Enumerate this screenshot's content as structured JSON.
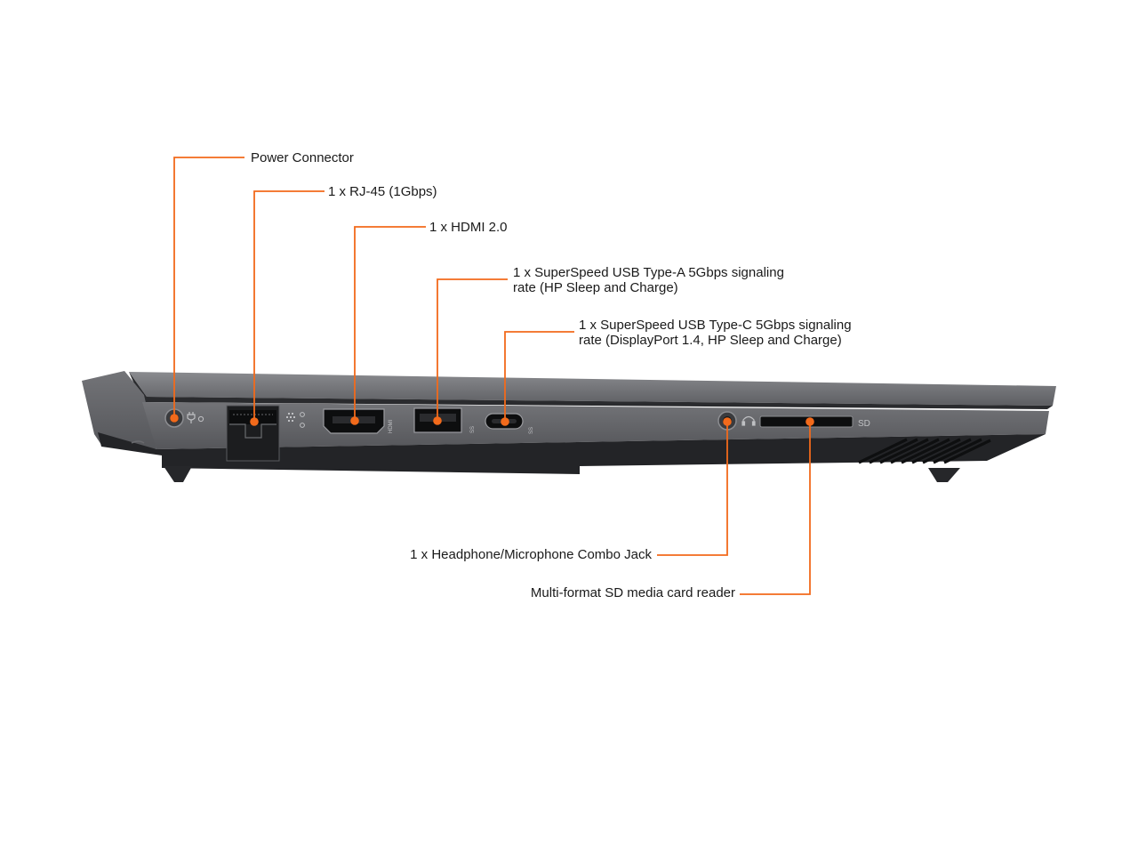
{
  "labels": {
    "power": [
      "Power Connector"
    ],
    "rj45": [
      "1 x RJ-45 (1Gbps)"
    ],
    "hdmi": [
      "1 x HDMI 2.0"
    ],
    "usb_a": [
      "1 x SuperSpeed USB Type-A 5Gbps signaling",
      "rate (HP Sleep and Charge)"
    ],
    "usb_c": [
      "1 x SuperSpeed USB Type-C 5Gbps signaling",
      "rate (DisplayPort 1.4, HP Sleep and Charge)"
    ],
    "audio": [
      "1 x Headphone/Microphone Combo Jack"
    ],
    "sd": [
      "Multi-format SD media card reader"
    ]
  },
  "port_markings": {
    "hdmi": "HDMI",
    "usb_a": "SS",
    "usb_c": "SS",
    "sd": "SD"
  },
  "colors": {
    "accent": "#f26a1b",
    "body_top": "#6d6e72",
    "body_dark": "#232427",
    "text": "#1a1a1a"
  },
  "icons": [
    "power-plug-icon",
    "network-icon",
    "headset-icon"
  ]
}
